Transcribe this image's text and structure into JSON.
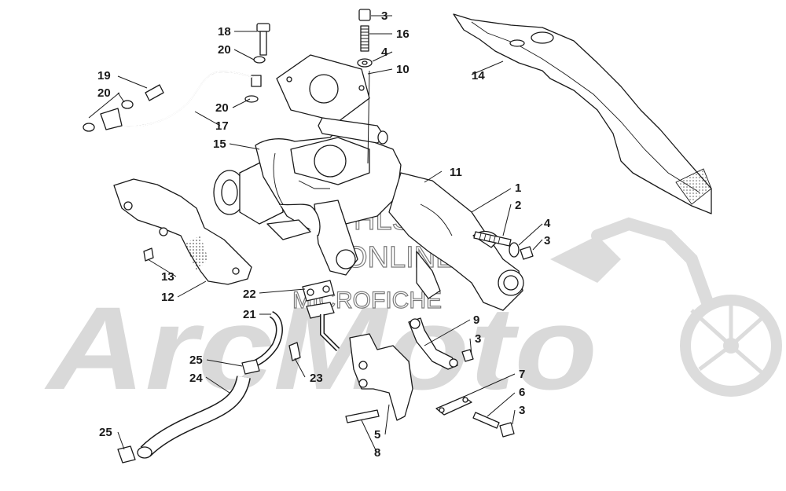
{
  "watermark": {
    "brand": "ArcMoto",
    "line1": "HLSM",
    "line2": "ONLINE",
    "line3": "MICROFICHE"
  },
  "callouts": [
    {
      "id": "c18",
      "text": "18"
    },
    {
      "id": "c20a",
      "text": "20"
    },
    {
      "id": "c3a",
      "text": "3"
    },
    {
      "id": "c16",
      "text": "16"
    },
    {
      "id": "c4a",
      "text": "4"
    },
    {
      "id": "c10",
      "text": "10"
    },
    {
      "id": "c14",
      "text": "14"
    },
    {
      "id": "c19",
      "text": "19"
    },
    {
      "id": "c20b",
      "text": "20"
    },
    {
      "id": "c20c",
      "text": "20"
    },
    {
      "id": "c17",
      "text": "17"
    },
    {
      "id": "c15",
      "text": "15"
    },
    {
      "id": "c11",
      "text": "11"
    },
    {
      "id": "c1",
      "text": "1"
    },
    {
      "id": "c2",
      "text": "2"
    },
    {
      "id": "c4b",
      "text": "4"
    },
    {
      "id": "c3b",
      "text": "3"
    },
    {
      "id": "c13",
      "text": "13"
    },
    {
      "id": "c12",
      "text": "12"
    },
    {
      "id": "c22",
      "text": "22"
    },
    {
      "id": "c21",
      "text": "21"
    },
    {
      "id": "c9",
      "text": "9"
    },
    {
      "id": "c3c",
      "text": "3"
    },
    {
      "id": "c25a",
      "text": "25"
    },
    {
      "id": "c23",
      "text": "23"
    },
    {
      "id": "c24",
      "text": "24"
    },
    {
      "id": "c7",
      "text": "7"
    },
    {
      "id": "c6",
      "text": "6"
    },
    {
      "id": "c3d",
      "text": "3"
    },
    {
      "id": "c5",
      "text": "5"
    },
    {
      "id": "c8",
      "text": "8"
    },
    {
      "id": "c25b",
      "text": "25"
    }
  ]
}
